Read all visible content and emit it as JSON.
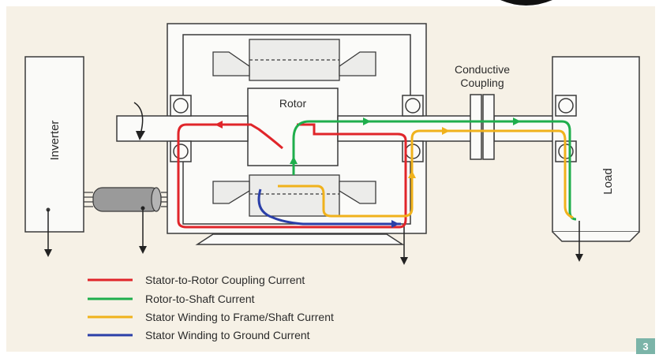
{
  "labels": {
    "inverter": "Inverter",
    "rotor": "Rotor",
    "coupling_line1": "Conductive",
    "coupling_line2": "Coupling",
    "load": "Load",
    "corner_badge": "3"
  },
  "legend": [
    {
      "label": "Stator-to-Rotor Coupling Current",
      "color": "#e0252a"
    },
    {
      "label": "Rotor-to-Shaft Current",
      "color": "#1fae4c"
    },
    {
      "label": "Stator Winding to Frame/Shaft Current",
      "color": "#f0b21c"
    },
    {
      "label": "Stator Winding to Ground Current",
      "color": "#2b3fa8"
    }
  ],
  "colors": {
    "background": "#f6f1e6",
    "outline": "#3a3a3a",
    "badge": "#7bb4a8",
    "cable": "#9a9a9a"
  }
}
